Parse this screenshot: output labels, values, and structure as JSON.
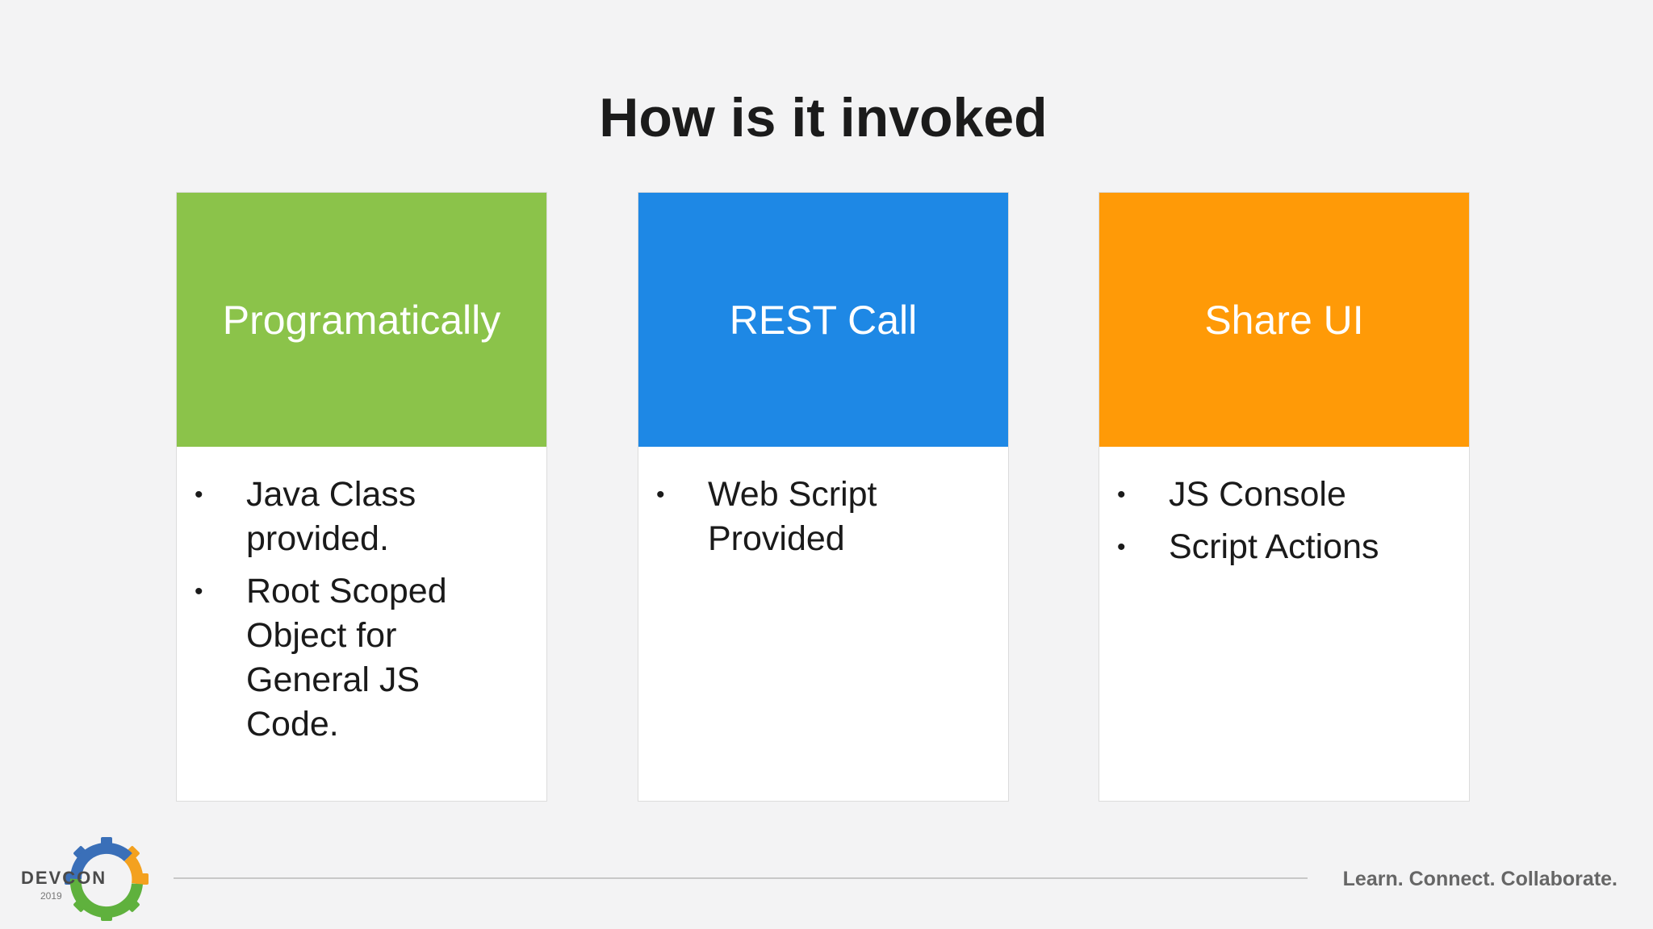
{
  "title": "How is it invoked",
  "cards": [
    {
      "header": "Programatically",
      "color": "#8bc34a",
      "items": [
        "Java Class provided.",
        "Root Scoped Object for General JS Code."
      ]
    },
    {
      "header": "REST Call",
      "color": "#1e88e5",
      "items": [
        "Web Script Provided"
      ]
    },
    {
      "header": "Share UI",
      "color": "#ff9a07",
      "items": [
        "JS Console",
        "Script Actions"
      ]
    }
  ],
  "logo": {
    "name": "DEVCON",
    "year": "2019",
    "icon": "gear-icon",
    "colors": [
      "#3a6fb8",
      "#f3a11f",
      "#5fb13d"
    ]
  },
  "tagline": "Learn. Connect. Collaborate."
}
